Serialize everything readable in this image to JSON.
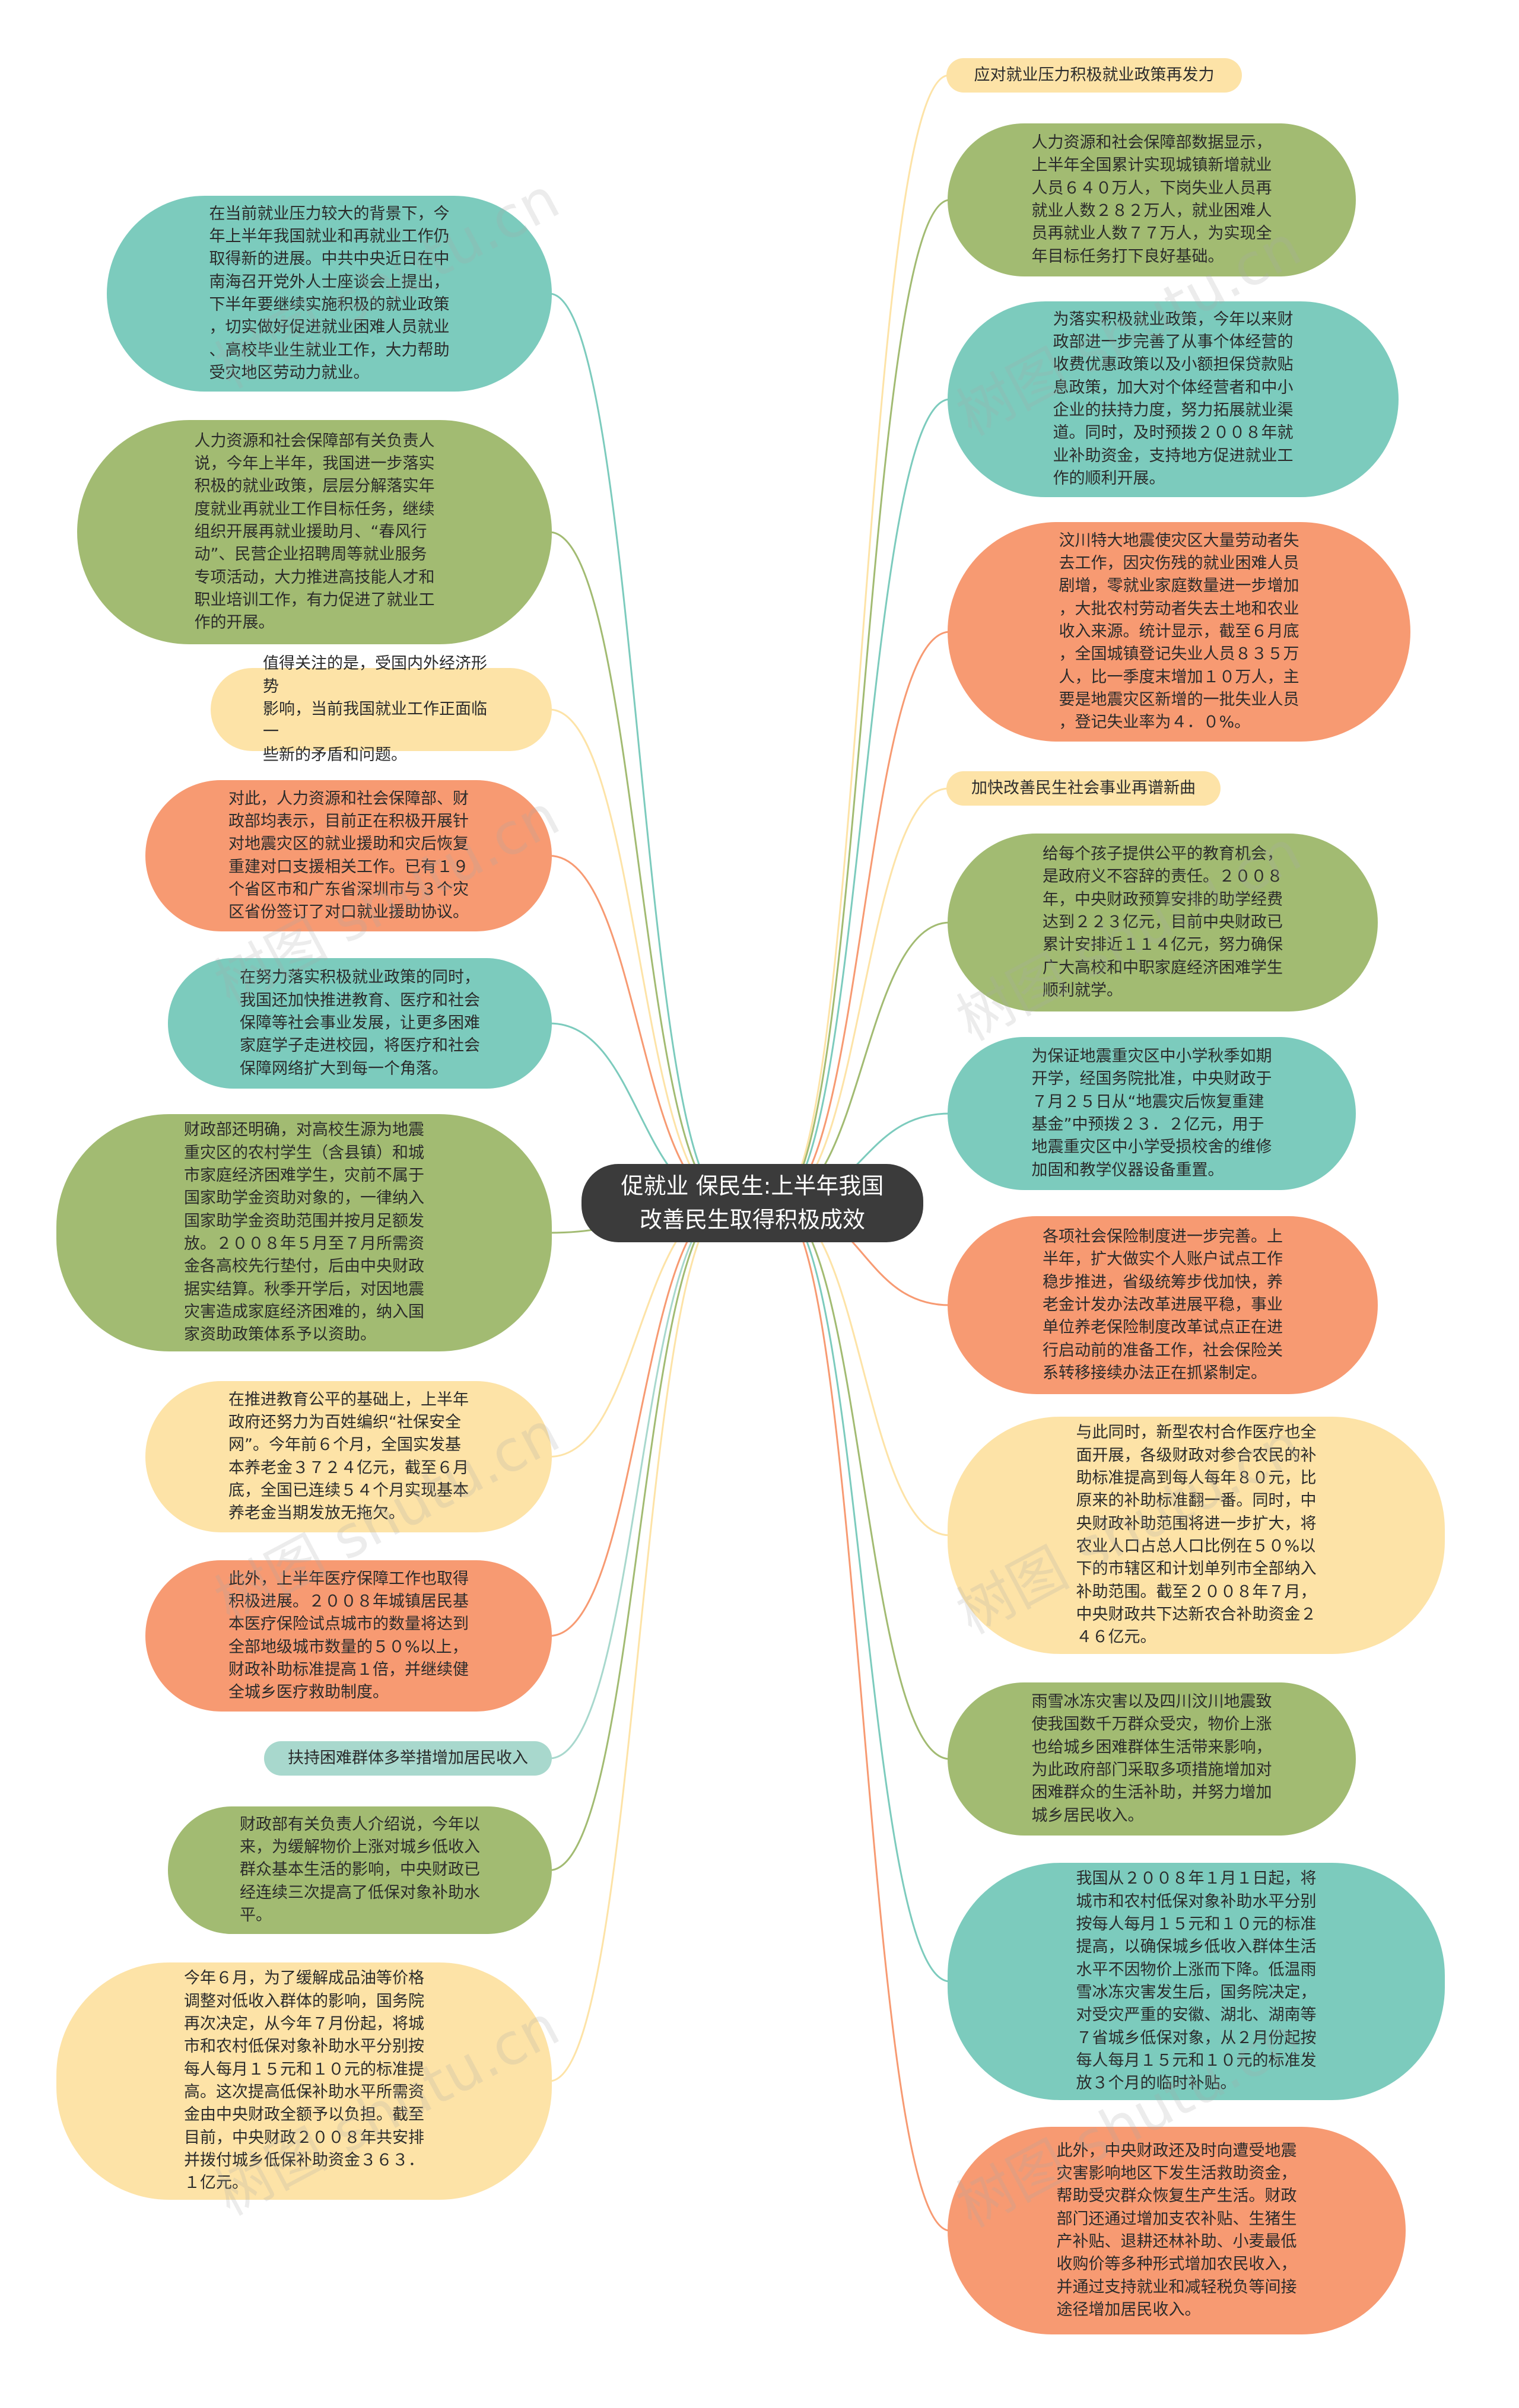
{
  "center": {
    "text": "促就业 保民生:上半年我国\n改善民生取得积极成效"
  },
  "right": [
    {
      "id": "r1",
      "type": "label",
      "color": "#fde3a7",
      "text": "应对就业压力积极就业政策再发力"
    },
    {
      "id": "r2",
      "type": "bubble",
      "color": "#a2bb72",
      "text": "人力资源和社会保障部数据显示，\n上半年全国累计实现城镇新增就业\n人员６４０万人，下岗失业人员再\n就业人数２８２万人，就业困难人\n员再就业人数７７万人，为实现全\n年目标任务打下良好基础。"
    },
    {
      "id": "r3",
      "type": "bubble",
      "color": "#7ccbbd",
      "text": "为落实积极就业政策，今年以来财\n政部进一步完善了从事个体经营的\n收费优惠政策以及小额担保贷款贴\n息政策，加大对个体经营者和中小\n企业的扶持力度，努力拓展就业渠\n道。同时，及时预拨２００８年就\n业补助资金，支持地方促进就业工\n作的顺利开展。"
    },
    {
      "id": "r4",
      "type": "bubble",
      "color": "#f79a72",
      "text": "汶川特大地震使灾区大量劳动者失\n去工作，因灾伤残的就业困难人员\n剧增，零就业家庭数量进一步增加\n，大批农村劳动者失去土地和农业\n收入来源。统计显示，截至６月底\n，全国城镇登记失业人员８３５万\n人，比一季度末增加１０万人，主\n要是地震灾区新增的一批失业人员\n，登记失业率为４．０%。"
    },
    {
      "id": "r5",
      "type": "label",
      "color": "#fde3a7",
      "text": "加快改善民生社会事业再谱新曲"
    },
    {
      "id": "r6",
      "type": "bubble",
      "color": "#a2bb72",
      "text": "给每个孩子提供公平的教育机会，\n是政府义不容辞的责任。２００８\n年，中央财政预算安排的助学经费\n达到２２３亿元，目前中央财政已\n累计安排近１１４亿元，努力确保\n广大高校和中职家庭经济困难学生\n顺利就学。"
    },
    {
      "id": "r7",
      "type": "bubble",
      "color": "#7ccbbd",
      "text": "为保证地震重灾区中小学秋季如期\n开学，经国务院批准，中央财政于\n７月２５日从“地震灾后恢复重建\n基金”中预拨２３．２亿元，用于\n地震重灾区中小学受损校舍的维修\n加固和教学仪器设备重置。"
    },
    {
      "id": "r8",
      "type": "bubble",
      "color": "#f79a72",
      "text": "各项社会保险制度进一步完善。上\n半年，扩大做实个人账户试点工作\n稳步推进，省级统筹步伐加快，养\n老金计发办法改革进展平稳，事业\n单位养老保险制度改革试点正在进\n行启动前的准备工作，社会保险关\n系转移接续办法正在抓紧制定。"
    },
    {
      "id": "r9",
      "type": "bubble",
      "color": "#fde3a7",
      "text": "与此同时，新型农村合作医疗也全\n面开展，各级财政对参合农民的补\n助标准提高到每人每年８０元，比\n原来的补助标准翻一番。同时，中\n央财政补助范围将进一步扩大，将\n农业人口占总人口比例在５０%以\n下的市辖区和计划单列市全部纳入\n补助范围。截至２００８年７月，\n中央财政共下达新农合补助资金２\n４６亿元。"
    },
    {
      "id": "r10",
      "type": "bubble",
      "color": "#a2bb72",
      "text": "雨雪冰冻灾害以及四川汶川地震致\n使我国数千万群众受灾，物价上涨\n也给城乡困难群体生活带来影响，\n为此政府部门采取多项措施增加对\n困难群众的生活补助，并努力增加\n城乡居民收入。"
    },
    {
      "id": "r11",
      "type": "bubble",
      "color": "#7ccbbd",
      "text": "我国从２００８年１月１日起，将\n城市和农村低保对象补助水平分别\n按每人每月１５元和１０元的标准\n提高，以确保城乡低收入群体生活\n水平不因物价上涨而下降。低温雨\n雪冰冻灾害发生后，国务院决定，\n对受灾严重的安徽、湖北、湖南等\n７省城乡低保对象，从２月份起按\n每人每月１５元和１０元的标准发\n放３个月的临时补贴。"
    },
    {
      "id": "r12",
      "type": "bubble",
      "color": "#f79a72",
      "text": "此外，中央财政还及时向遭受地震\n灾害影响地区下发生活救助资金，\n帮助受灾群众恢复生产生活。财政\n部门还通过增加支农补贴、生猪生\n产补贴、退耕还林补助、小麦最低\n收购价等多种形式增加农民收入，\n并通过支持就业和减轻税负等间接\n途径增加居民收入。"
    }
  ],
  "left": [
    {
      "id": "l1",
      "type": "bubble",
      "color": "#7ccbbd",
      "text": "在当前就业压力较大的背景下，今\n年上半年我国就业和再就业工作仍\n取得新的进展。中共中央近日在中\n南海召开党外人士座谈会上提出，\n下半年要继续实施积极的就业政策\n，切实做好促进就业困难人员就业\n、高校毕业生就业工作，大力帮助\n受灾地区劳动力就业。"
    },
    {
      "id": "l2",
      "type": "bubble",
      "color": "#a2bb72",
      "text": "人力资源和社会保障部有关负责人\n说，今年上半年，我国进一步落实\n积极的就业政策，层层分解落实年\n度就业再就业工作目标任务，继续\n组织开展再就业援助月、“春风行\n动”、民营企业招聘周等就业服务\n专项活动，大力推进高技能人才和\n职业培训工作，有力促进了就业工\n作的开展。"
    },
    {
      "id": "l3",
      "type": "bubble",
      "color": "#fde3a7",
      "text": "值得关注的是，受国内外经济形势\n影响，当前我国就业工作正面临一\n些新的矛盾和问题。"
    },
    {
      "id": "l4",
      "type": "bubble",
      "color": "#f79a72",
      "text": "对此，人力资源和社会保障部、财\n政部均表示，目前正在积极开展针\n对地震灾区的就业援助和灾后恢复\n重建对口支援相关工作。已有１９\n个省区市和广东省深圳市与３个灾\n区省份签订了对口就业援助协议。"
    },
    {
      "id": "l5",
      "type": "bubble",
      "color": "#7ccbbd",
      "text": "在努力落实积极就业政策的同时，\n我国还加快推进教育、医疗和社会\n保障等社会事业发展，让更多困难\n家庭学子走进校园，将医疗和社会\n保障网络扩大到每一个角落。"
    },
    {
      "id": "l6",
      "type": "bubble",
      "color": "#a2bb72",
      "text": "财政部还明确，对高校生源为地震\n重灾区的农村学生（含县镇）和城\n市家庭经济困难学生，灾前不属于\n国家助学金资助对象的，一律纳入\n国家助学金资助范围并按月足额发\n放。２００８年５月至７月所需资\n金各高校先行垫付，后由中央财政\n据实结算。秋季开学后，对因地震\n灾害造成家庭经济困难的，纳入国\n家资助政策体系予以资助。"
    },
    {
      "id": "l7",
      "type": "bubble",
      "color": "#fde3a7",
      "text": "在推进教育公平的基础上，上半年\n政府还努力为百姓编织“社保安全\n网”。今年前６个月，全国实发基\n本养老金３７２４亿元，截至６月\n底，全国已连续５４个月实现基本\n养老金当期发放无拖欠。"
    },
    {
      "id": "l8",
      "type": "bubble",
      "color": "#f79a72",
      "text": "此外，上半年医疗保障工作也取得\n积极进展。２００８年城镇居民基\n本医疗保险试点城市的数量将达到\n全部地级城市数量的５０%以上，\n财政补助标准提高１倍，并继续健\n全城乡医疗救助制度。"
    },
    {
      "id": "l9",
      "type": "label",
      "color": "#a8d8cd",
      "text": "扶持困难群体多举措增加居民收入"
    },
    {
      "id": "l10",
      "type": "bubble",
      "color": "#a2bb72",
      "text": "财政部有关负责人介绍说，今年以\n来，为缓解物价上涨对城乡低收入\n群众基本生活的影响，中央财政已\n经连续三次提高了低保对象补助水\n平。"
    },
    {
      "id": "l11",
      "type": "bubble",
      "color": "#fde3a7",
      "text": "今年６月，为了缓解成品油等价格\n调整对低收入群体的影响，国务院\n再次决定，从今年７月份起，将城\n市和农村低保对象补助水平分别按\n每人每月１５元和１０元的标准提\n高。这次提高低保补助水平所需资\n金由中央财政全额予以负担。截至\n目前，中央财政２００８年共安排\n并拨付城乡低保补助资金３６３．\n１亿元。"
    }
  ],
  "watermark": "树图 shutu.cn"
}
